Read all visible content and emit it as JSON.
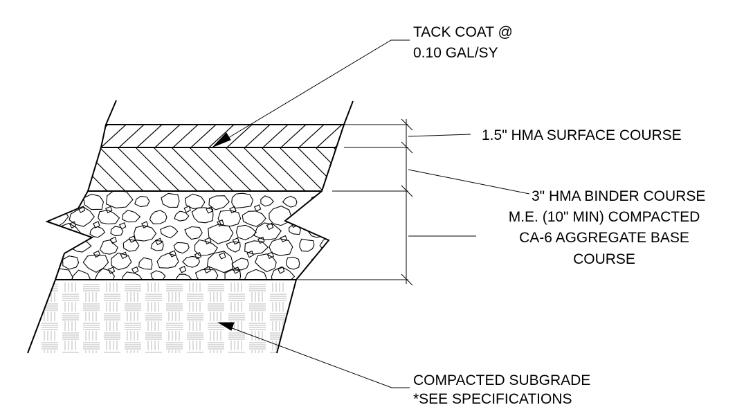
{
  "labels": {
    "tack_coat_line1": "TACK COAT @",
    "tack_coat_line2": "0.10 GAL/SY",
    "surface_course": "1.5\" HMA SURFACE COURSE",
    "binder_course": "3\" HMA BINDER COURSE",
    "base_line1": "M.E. (10\" MIN) COMPACTED",
    "base_line2": "CA-6 AGGREGATE BASE",
    "base_line3": "COURSE",
    "subgrade_line1": "COMPACTED SUBGRADE",
    "subgrade_line2": "*SEE SPECIFICATIONS"
  },
  "colors": {
    "line": "#000000",
    "hatch": "#000000",
    "subgrade_hatch": "#b8b8b8",
    "background": "#ffffff"
  }
}
